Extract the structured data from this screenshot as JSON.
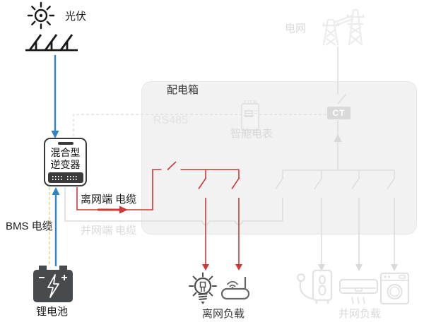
{
  "colors": {
    "pv_dc_blue": "#2e84c6",
    "offgrid_red": "#cf3835",
    "bms_yellow": "#f1dfa8",
    "inactive_gray": "#dcdcdc",
    "dark_text": "#1a1a1a"
  },
  "nodes": {
    "pv": {
      "label": "光伏",
      "icon": "sun-solar-panel-icon"
    },
    "grid": {
      "label": "电网",
      "icon": "transmission-tower-icon"
    },
    "distribution_box": {
      "label": "配电箱"
    },
    "smart_meter": {
      "label": "智能电表",
      "icon": "smart-meter-icon"
    },
    "ct": {
      "label": "CT"
    },
    "inverter": {
      "label_line1": "混合型",
      "label_line2": "逆变器",
      "icon": "hybrid-inverter-icon"
    },
    "battery": {
      "label": "锂电池",
      "icon": "lithium-battery-icon"
    },
    "offgrid_load": {
      "label": "离网负载",
      "icons": [
        "light-bulb-icon",
        "wifi-router-icon"
      ]
    },
    "ongrid_load": {
      "label": "并网负载",
      "icons": [
        "water-heater-icon",
        "air-conditioner-icon",
        "washing-machine-icon"
      ]
    }
  },
  "cables": {
    "offgrid": {
      "label": "离网端 电缆",
      "color": "#cf3835"
    },
    "ongrid": {
      "label": "并网端 电缆",
      "color": "#dcdcdc"
    },
    "bms": {
      "label": "BMS 电缆",
      "color": "#f1dfa8"
    },
    "rs485": {
      "label": "RS485",
      "color": "#e0e0e0"
    }
  }
}
